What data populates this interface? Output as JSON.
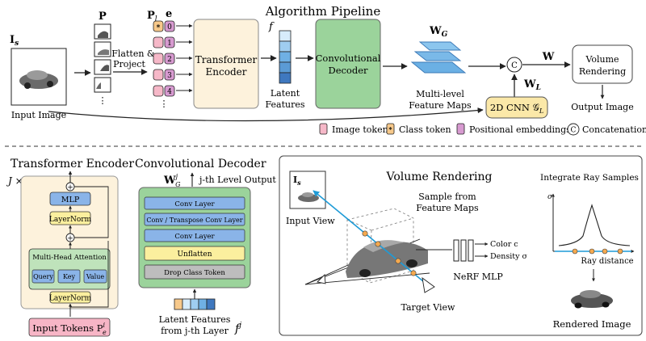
{
  "pipeline": {
    "title": "Algorithm Pipeline",
    "input_symbol": "I",
    "input_symbol_sub": "s",
    "input_label": "Input Image",
    "patches_symbol": "P",
    "patches_l_symbol": "P",
    "patches_l_sub": "l",
    "embed_symbol": "e",
    "flatten_label_1": "Flatten &",
    "flatten_label_2": "Project",
    "token_indices": [
      "0",
      "1",
      "2",
      "3",
      "4"
    ],
    "token_class_mark": "*",
    "encoder_label_1": "Transformer",
    "encoder_label_2": "Encoder",
    "feature_symbol": "f",
    "latent_label_1": "Latent",
    "latent_label_2": "Features",
    "decoder_label_1": "Convolutional",
    "decoder_label_2": "Decoder",
    "wg_symbol": "W",
    "wg_sub": "G",
    "feature_maps_label_1": "Multi-level",
    "feature_maps_label_2": "Feature Maps",
    "concat_symbol": "C",
    "w_symbol": "W",
    "wl_symbol": "W",
    "wl_sub": "L",
    "cnn_label": "2D CNN 𝒢",
    "cnn_sub": "L",
    "render_label_1": "Volume",
    "render_label_2": "Rendering",
    "output_label": "Output Image",
    "dots": "⋮"
  },
  "legend": {
    "image_token": "Image token",
    "class_token": "Class token",
    "positional": "Positional embeddings",
    "concat": "Concatenation",
    "concat_symbol": "C"
  },
  "encoder_detail": {
    "title": "Transformer Encoder",
    "repeat": "J ×",
    "mlp": "MLP",
    "layernorm_top": "LayerNorm",
    "plus": "+",
    "mha": "Multi-Head Attention",
    "query": "Query",
    "key": "Key",
    "value": "Value",
    "layernorm_bottom": "LayerNorm",
    "input_tokens": "Input Tokens P",
    "input_tokens_sup": "i",
    "input_tokens_sub": "e"
  },
  "decoder_detail": {
    "title": "Convolutional Decoder",
    "w_symbol": "W",
    "w_sup": "j",
    "w_sub": "G",
    "output_label": "j-th Level Output",
    "layers": [
      "Conv Layer",
      "Conv / Transpose Conv Layer",
      "Conv Layer",
      "Unflatten",
      "Drop Class Token"
    ],
    "latent_label_1": "Latent Features",
    "latent_label_2": "from j-th Layer",
    "f_symbol": "f",
    "f_sup": "j"
  },
  "render_detail": {
    "title": "Volume Rendering",
    "input_symbol": "I",
    "input_sub": "s",
    "input_view": "Input View",
    "sample_label_1": "Sample from",
    "sample_label_2": "Feature Maps",
    "color_label": "Color c",
    "density_label": "Density σ",
    "nerf_label": "NeRF MLP",
    "target_view": "Target View",
    "integrate_label": "Integrate Ray Samples",
    "sigma_axis": "σ",
    "ray_distance": "Ray distance",
    "rendered_label": "Rendered Image"
  },
  "colors": {
    "token_pink": "#f6b8c8",
    "class_orange": "#f7c98b",
    "pos_purple": "#d79ad0",
    "encoder_fill": "#fdf2dc",
    "decoder_fill": "#9bd39b",
    "latent_blue": "#5b9bd5",
    "featmap_blue": "#8cc6ee",
    "cnn_fill": "#fbe8a8",
    "mlp_blue": "#8ab4e8",
    "layernorm_yellow": "#fbef9e",
    "mha_green": "#bfe3bb",
    "input_tokens_pink": "#f7b5c6",
    "ray_blue": "#1e9bd7"
  }
}
